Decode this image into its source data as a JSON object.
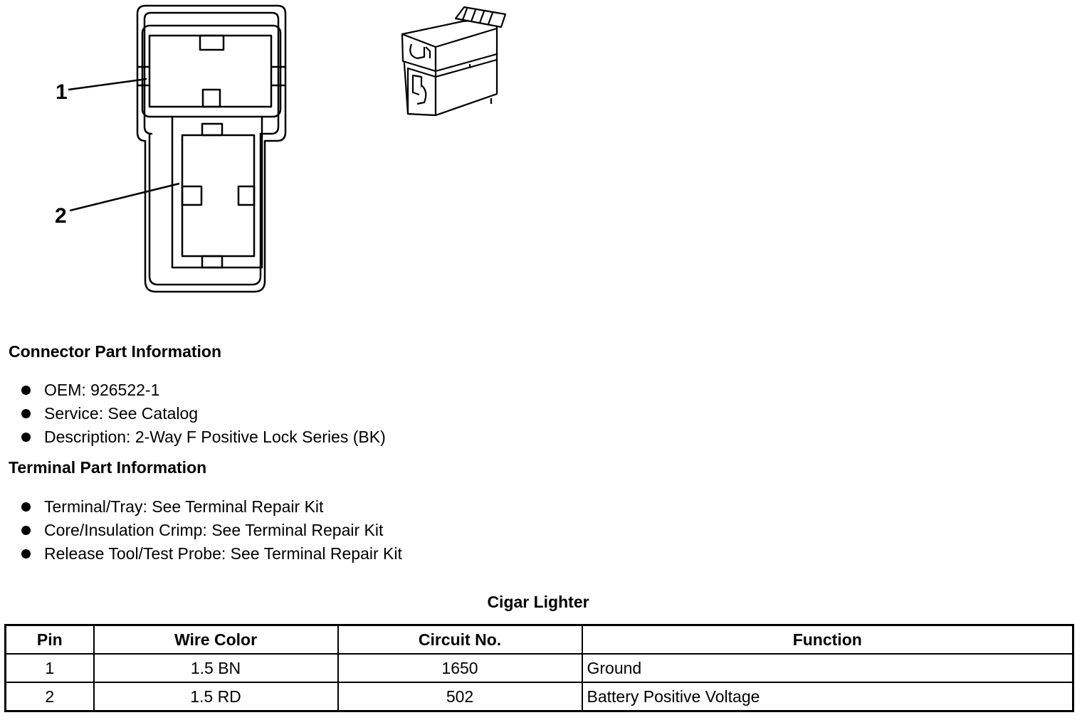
{
  "diagram": {
    "callouts": [
      {
        "label": "1"
      },
      {
        "label": "2"
      }
    ]
  },
  "connector_info": {
    "heading": "Connector Part Information",
    "items": [
      "OEM: 926522-1",
      "Service: See Catalog",
      "Description: 2-Way F Positive Lock Series (BK)"
    ]
  },
  "terminal_info": {
    "heading": "Terminal Part Information",
    "items": [
      "Terminal/Tray: See Terminal Repair Kit",
      "Core/Insulation Crimp: See Terminal Repair Kit",
      "Release Tool/Test Probe: See Terminal Repair Kit"
    ]
  },
  "pin_table": {
    "title": "Cigar Lighter",
    "columns": [
      "Pin",
      "Wire Color",
      "Circuit No.",
      "Function"
    ],
    "rows": [
      {
        "pin": "1",
        "wire_color": "1.5 BN",
        "circuit": "1650",
        "function": "Ground"
      },
      {
        "pin": "2",
        "wire_color": "1.5 RD",
        "circuit": "502",
        "function": "Battery Positive Voltage"
      }
    ]
  }
}
